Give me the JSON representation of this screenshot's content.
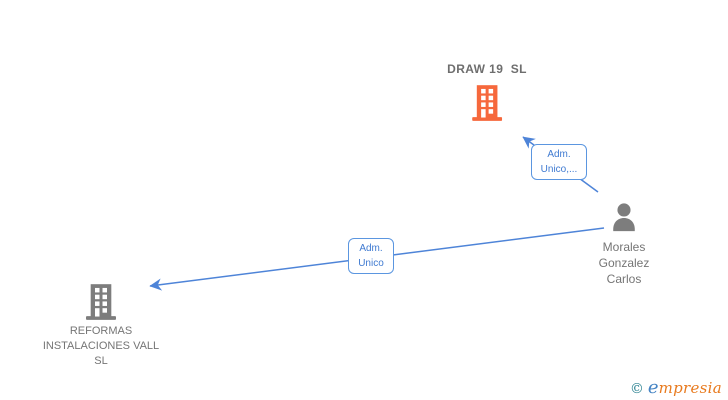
{
  "colors": {
    "edge_blue": "#4e84d8",
    "edge_border_blue": "#5b96e0",
    "edge_text_blue": "#3f7ad1",
    "focus_company_orange": "#f6683c",
    "icon_gray": "#7d7d7d",
    "label_gray": "#757575",
    "title_gray": "#6e6e6e",
    "watermark_teal": "#2b8291",
    "watermark_blue": "#4584c4",
    "watermark_orange": "#e87a1e"
  },
  "nodes": {
    "company_top": {
      "label": "DRAW 19  SL",
      "icon": "building"
    },
    "person": {
      "label": "Morales Gonzalez Carlos",
      "icon": "person"
    },
    "company_left": {
      "label": "REFORMAS INSTALACIONES VALL  SL",
      "icon": "building"
    }
  },
  "edges": {
    "top": {
      "label": "Adm. Unico,...",
      "from": "Morales Gonzalez Carlos",
      "to": "DRAW 19 SL"
    },
    "left": {
      "label": "Adm. Unico",
      "from": "Morales Gonzalez Carlos",
      "to": "REFORMAS INSTALACIONES VALL SL"
    }
  },
  "watermark": {
    "copyright": "©",
    "brand_initial": "e",
    "brand_rest": "mpresia"
  }
}
